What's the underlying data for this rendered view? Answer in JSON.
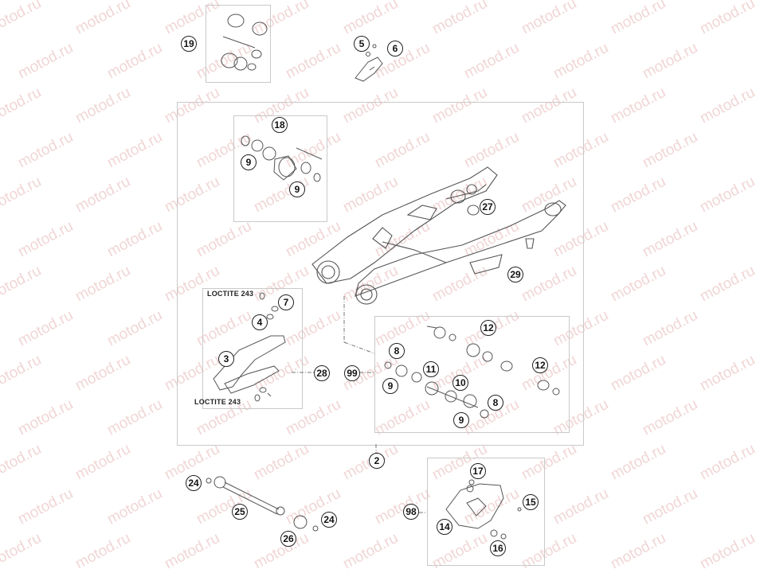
{
  "watermark": "motod.ru",
  "loctite_labels": [
    "LOCTITE 243",
    "LOCTITE 243"
  ],
  "callouts": [
    "19",
    "5",
    "6",
    "18",
    "9",
    "9",
    "27",
    "29",
    "7",
    "4",
    "3",
    "28",
    "99",
    "8",
    "11",
    "12",
    "12",
    "10",
    "9",
    "8",
    "9",
    "2",
    "24",
    "25",
    "26",
    "24",
    "98",
    "17",
    "15",
    "14",
    "16"
  ]
}
